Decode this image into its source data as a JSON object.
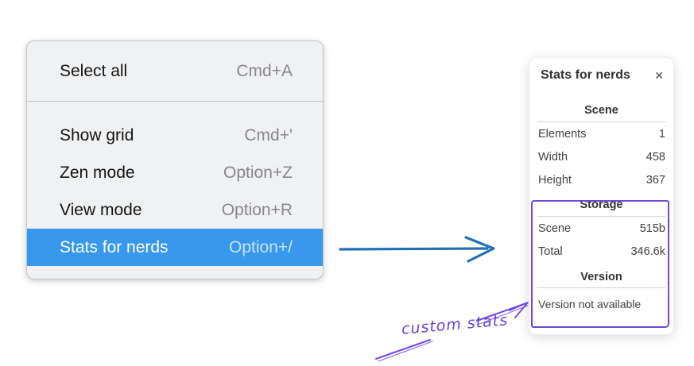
{
  "menu": {
    "items": [
      {
        "label": "Select all",
        "shortcut": "Cmd+A",
        "selected": false
      },
      {
        "label": "Show grid",
        "shortcut": "Cmd+'",
        "selected": false
      },
      {
        "label": "Zen mode",
        "shortcut": "Option+Z",
        "selected": false
      },
      {
        "label": "View mode",
        "shortcut": "Option+R",
        "selected": false
      },
      {
        "label": "Stats for nerds",
        "shortcut": "Option+/",
        "selected": true
      }
    ]
  },
  "stats_panel": {
    "title": "Stats for nerds",
    "close_glyph": "✕",
    "sections": [
      {
        "heading": "Scene",
        "rows": [
          {
            "label": "Elements",
            "value": "1"
          },
          {
            "label": "Width",
            "value": "458"
          },
          {
            "label": "Height",
            "value": "367"
          }
        ]
      },
      {
        "heading": "Storage",
        "rows": [
          {
            "label": "Scene",
            "value": "515b"
          },
          {
            "label": "Total",
            "value": "346.6k"
          }
        ]
      },
      {
        "heading": "Version",
        "note": "Version not available"
      }
    ]
  },
  "annotations": {
    "custom_stats_label": "custom stats"
  },
  "colors": {
    "menu_highlight": "#3898ec",
    "menu_background": "#f0f1f2",
    "arrow_blue": "#2270b5",
    "annotation_purple": "#6c4bd8",
    "annotation_text_purple": "#6741d9"
  }
}
